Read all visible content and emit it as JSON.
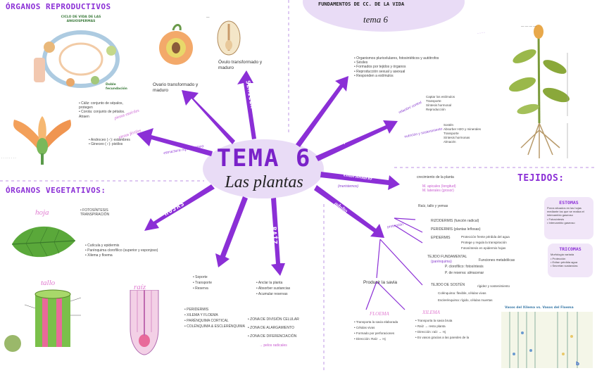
{
  "center": {
    "title": "TEMA 6",
    "subtitle": "Las plantas"
  },
  "header": {
    "line1": "FUNDAMENTOS DE CC. DE LA VIDA",
    "line2": "tema 6"
  },
  "sections": {
    "reproductivos": "ÓRGANOS REPRODUCTIVOS",
    "vegetativos": "ÓRGANOS VEGETATIVOS:",
    "tejidos": "TEJIDOS:"
  },
  "cycle": {
    "title": "CICLO DE VIDA DE LAS ANGIOSPERMAS",
    "label": "Doble fecundación"
  },
  "arrows": {
    "fruto": "FRUTO",
    "semilla": "SEMILLA",
    "flor": "FLOR",
    "caracteristicas": "Características",
    "funciones": "funciones",
    "embrionario": "embrionario",
    "adulto": "adulto",
    "hojas": "HOJAS",
    "tallo": "TALLO",
    "raiz": "RAÍZ"
  },
  "fruto_text": "Ovario transformado y maduro",
  "semilla_text": "Óvulo transformado y maduro",
  "flor": {
    "tag": "estructura reproductora",
    "perianto_label": "piezas estériles",
    "perianto": [
      "• Cáliz: conjunto de sépalos, protegen",
      "• Corola: conjunto de pétalos. Atraen"
    ],
    "fertiles_label": "piezas fértiles",
    "fertiles": [
      "• Androceo (♂): estambres",
      "• Gineceo (♀): pistilos"
    ]
  },
  "caracteristicas": [
    "• Organismos pluricelulares, fotosintéticos y autótrofos",
    "• Sésiles",
    "• Formados por tejidos y órganos",
    "• Reproducción sexual y asexual",
    "• Responden a estímulos"
  ],
  "funciones": {
    "group1_label": "relación/ control",
    "group1": [
      "Captar los estímulos",
      "Transporte",
      "Síntesis hormonal",
      "Reproducción"
    ],
    "group2_label": "nutrición y sostenimiento",
    "group2": [
      "Sostén",
      "Absorber H2O y minerales",
      "Transporte",
      "Síntesis hormonas",
      "Almacén"
    ]
  },
  "embrionario": {
    "sub": "(meristemos)",
    "primario": "crecimiento de la planta",
    "items": [
      "M. apicales (longitud)",
      "M. laterales (grosor)"
    ],
    "extra": "Raíz, tallo y yemas"
  },
  "adulto": {
    "proteccion_label": "protección",
    "proteccion": [
      "RIZODERMIS (función radical)",
      "PERIDERMIS (plantas leñosas)",
      "EPIDERMIS"
    ],
    "epidermis": [
      "Protección frente pérdida del agua",
      "Protege y regula la transpiración",
      "Fotosíntesis en epidermis hojas"
    ],
    "fundamental": "TEJIDO FUNDAMENTAL",
    "fundamental_sub": "(parénquima)",
    "fundamental_items": [
      "Funciones metabólicas",
      "P. clorofílico: fotosíntesis",
      "P. de reserva: almacenar"
    ],
    "sosten": "TEJIDO DE SOSTÉN",
    "sosten_items": [
      "rígidez y sostenimiento",
      "Colénquima: flexible, células vivas",
      "Esclerénquima: rígido, células muertas"
    ],
    "conductor": "Producir la savia",
    "floema": "FLOEMA",
    "floema_items": [
      "• Transporta la savia elaborada",
      "• Células vivas",
      "• Formado por perforaciones",
      "• Dirección: Raíz → Hj"
    ],
    "xilema": "XILEMA",
    "xilema_items": [
      "• Transporta la savia bruta",
      "• Raíz → resto planta",
      "• Dirección: raíz → Hj",
      "• Es vasos gracias a las paredes de la"
    ]
  },
  "estomas": {
    "title": "ESTOMAS",
    "text": "Poros situados en las hojas mediante los que se realiza el intercambio gaseoso",
    "items": [
      "• Fotosíntesis",
      "• Intercambio gaseoso"
    ]
  },
  "tricomas": {
    "title": "TRICOMAS",
    "text": "Morfología variada",
    "items": [
      "• Protección",
      "• Evitan pérdida agua",
      "• Secretan sustancias"
    ]
  },
  "hojas": {
    "label": "hoja",
    "items": [
      "• FOTOSÍNTESIS",
      "TRANSPIRACIÓN"
    ],
    "parts": [
      "• Cutícula y epidermis",
      "• Parénquima clorofílico (superior y esponjoso)",
      "• Xilema y floema"
    ]
  },
  "tallo": {
    "label": "tallo",
    "items": [
      "• Soporte",
      "• Transporte",
      "• Reserva"
    ],
    "parts": [
      "• PERIDERMIS",
      "• XILEMA Y FLOEMA",
      "• PARÉNQUIMA CORTICAL",
      "• COLÉNQUIMA & ESCLERÉNQUIMA"
    ]
  },
  "raiz": {
    "label": "raíz",
    "items": [
      "• Anclar la planta",
      "• Absorber sustancias",
      "• Acumular reservas"
    ],
    "zones": [
      "• ZONA DE DIVISIÓN CELULAR",
      "• ZONA DE ALARGAMIENTO",
      "• ZONA DE DIFERENCIACIÓN"
    ],
    "foot": "→ pelos radicales"
  },
  "vasos_title": "Vasos del Xilema vs. Vasos del Floema",
  "colors": {
    "purple": "#8b2fd6",
    "lavender": "#e9dcf6",
    "pink": "#e07ad0"
  }
}
